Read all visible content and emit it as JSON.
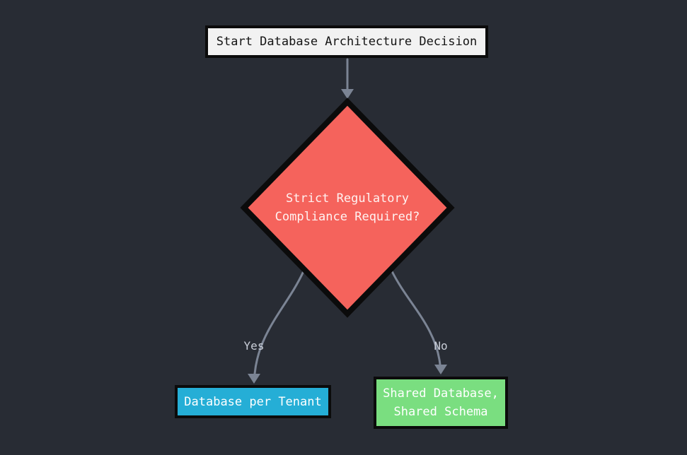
{
  "diagram": {
    "type": "flowchart",
    "direction": "top-down"
  },
  "colors": {
    "background": "#282c34",
    "edge_line": "#7b8494",
    "edge_label_text": "#c9ced8",
    "node_border": "#0b0b0b",
    "start_fill": "#f2f2f2",
    "start_text": "#141414",
    "decision_fill": "#f5635c",
    "decision_text": "#fff2f1",
    "yes_result_fill": "#25aed6",
    "no_result_fill": "#7ade80",
    "result_text": "#ffffff"
  },
  "nodes": {
    "start": {
      "label": "Start Database Architecture Decision",
      "shape": "rectangle"
    },
    "decision": {
      "line1": "Strict Regulatory",
      "line2": "Compliance Required?",
      "shape": "diamond"
    },
    "yes_result": {
      "label": "Database per Tenant",
      "shape": "rectangle"
    },
    "no_result": {
      "line1": "Shared Database,",
      "line2": "Shared Schema",
      "shape": "rectangle"
    }
  },
  "edges": {
    "start_to_decision": {
      "label": ""
    },
    "yes_branch": {
      "label": "Yes"
    },
    "no_branch": {
      "label": "No"
    }
  }
}
